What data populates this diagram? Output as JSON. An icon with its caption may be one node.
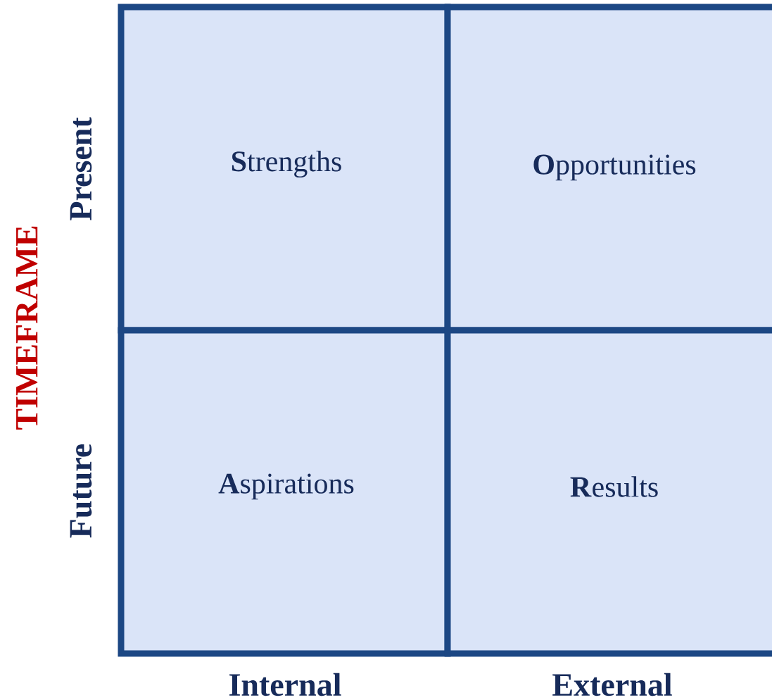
{
  "diagram": {
    "nodes": [
      {
        "text": [
          "**S**trengths"
        ]
      },
      {
        "text": [
          "**O**pportunities"
        ]
      },
      {
        "text": [
          "**A**spirations"
        ]
      },
      {
        "text": [
          "**R**esults"
        ]
      }
    ],
    "labels": [
      "TIMEFRAME",
      "Present",
      "Future",
      "Internal",
      "External"
    ]
  }
}
